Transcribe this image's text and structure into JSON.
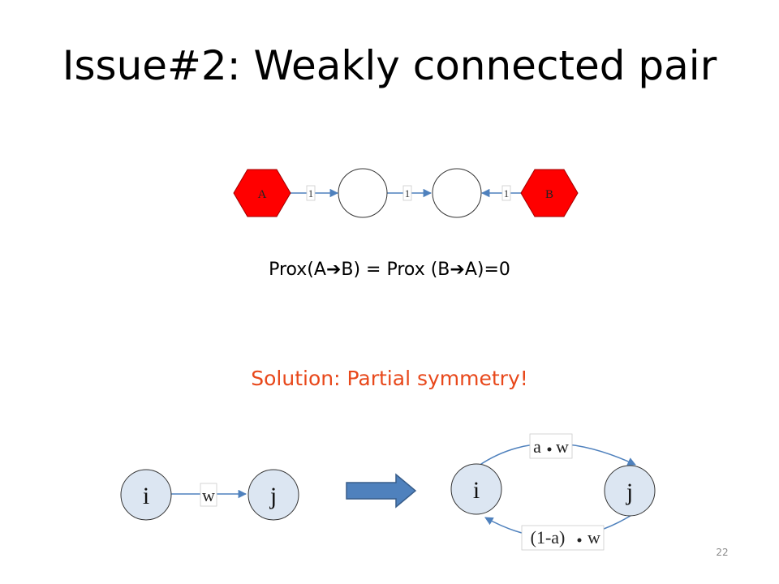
{
  "slide": {
    "title": "Issue#2: Weakly connected pair",
    "prox_prefix": "Prox(A",
    "prox_mid": "B) = Prox (B",
    "prox_suffix": "A)=0",
    "solution": "Solution: Partial symmetry!",
    "page_number": "22"
  },
  "top_graph": {
    "node_a": "A",
    "node_b": "B",
    "edge_label_1": "1",
    "edge_label_2": "1",
    "edge_label_3": "1"
  },
  "left_graph": {
    "node_i": "i",
    "node_j": "j",
    "edge_label": "w"
  },
  "right_graph": {
    "node_i": "i",
    "node_j": "j",
    "top_edge_a": "a",
    "top_edge_w": "w",
    "bottom_edge_1a": "(1-a)",
    "bottom_edge_w": "w"
  },
  "colors": {
    "hexagon_fill": "#ff0000",
    "edge": "#4f81bd",
    "solution_text": "#e8481b",
    "node_fill": "#dce6f2",
    "big_arrow": "#4f81bd"
  }
}
